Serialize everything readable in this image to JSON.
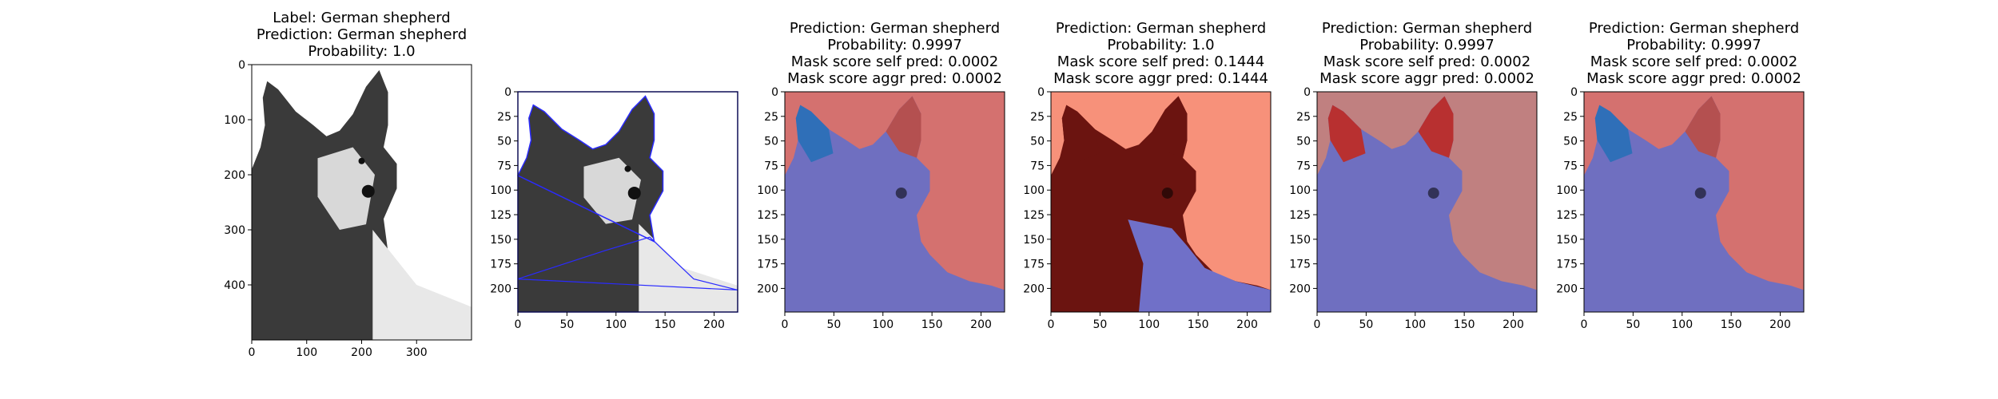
{
  "figure": {
    "panels": [
      {
        "title_lines": [
          "Label: German shepherd",
          "Prediction: German shepherd",
          "Probability: 1.0"
        ]
      },
      {
        "title_lines": []
      },
      {
        "title_lines": [
          "Prediction: German shepherd",
          "Probability: 0.9997",
          "Mask score self pred: 0.0002",
          "Mask score aggr pred: 0.0002"
        ]
      },
      {
        "title_lines": [
          "Prediction: German shepherd",
          "Probability: 1.0",
          "Mask score self pred: 0.1444",
          "Mask score aggr pred: 0.1444"
        ]
      },
      {
        "title_lines": [
          "Prediction: German shepherd",
          "Probability: 0.9997",
          "Mask score self pred: 0.0002",
          "Mask score aggr pred: 0.0002"
        ]
      },
      {
        "title_lines": [
          "Prediction: German shepherd",
          "Probability: 0.9997",
          "Mask score self pred: 0.0002",
          "Mask score aggr pred: 0.0002"
        ]
      }
    ]
  },
  "chart_data": [
    {
      "type": "image",
      "content": "grayscale photo of a German shepherd dog",
      "xlim": [
        0,
        400
      ],
      "ylim": [
        500,
        0
      ],
      "xticks": [
        0,
        100,
        200,
        300
      ],
      "yticks": [
        0,
        100,
        200,
        300,
        400
      ]
    },
    {
      "type": "image",
      "content": "dog photo with blue segmentation contours",
      "overlay": "contours",
      "contour_color": "#2a2aff",
      "xlim": [
        0,
        224
      ],
      "ylim": [
        224,
        0
      ],
      "xticks": [
        0,
        50,
        100,
        150,
        200
      ],
      "yticks": [
        0,
        25,
        50,
        75,
        100,
        125,
        150,
        175,
        200
      ]
    },
    {
      "type": "image",
      "content": "dog photo with segment mask overlay",
      "segments": {
        "background": "#d4716f",
        "dog_body": "#6f6fc0",
        "left_ear": "#2f6fb8",
        "right_ear": "#b45050"
      },
      "xlim": [
        0,
        224
      ],
      "ylim": [
        224,
        0
      ],
      "xticks": [
        0,
        50,
        100,
        150,
        200
      ],
      "yticks": [
        0,
        25,
        50,
        75,
        100,
        125,
        150,
        175,
        200
      ]
    },
    {
      "type": "image",
      "content": "dog photo with segment mask overlay",
      "segments": {
        "background": "#f7917a",
        "dog_body": "#6b1410",
        "lower_body": "#7070c8",
        "left_ear": "#6b1410",
        "right_ear": "#6b1410"
      },
      "xlim": [
        0,
        224
      ],
      "ylim": [
        224,
        0
      ],
      "xticks": [
        0,
        50,
        100,
        150,
        200
      ],
      "yticks": [
        0,
        25,
        50,
        75,
        100,
        125,
        150,
        175,
        200
      ]
    },
    {
      "type": "image",
      "content": "dog photo with segment mask overlay",
      "segments": {
        "background": "#c08080",
        "dog_body": "#6f6fc0",
        "left_ear": "#b83030",
        "right_ear": "#b83030"
      },
      "xlim": [
        0,
        224
      ],
      "ylim": [
        224,
        0
      ],
      "xticks": [
        0,
        50,
        100,
        150,
        200
      ],
      "yticks": [
        0,
        25,
        50,
        75,
        100,
        125,
        150,
        175,
        200
      ]
    },
    {
      "type": "image",
      "content": "dog photo with segment mask overlay",
      "segments": {
        "background": "#d4716f",
        "dog_body": "#6f6fc0",
        "left_ear": "#2f6fb8",
        "right_ear": "#b45050"
      },
      "xlim": [
        0,
        224
      ],
      "ylim": [
        224,
        0
      ],
      "xticks": [
        0,
        50,
        100,
        150,
        200
      ],
      "yticks": [
        0,
        25,
        50,
        75,
        100,
        125,
        150,
        175,
        200
      ]
    }
  ]
}
